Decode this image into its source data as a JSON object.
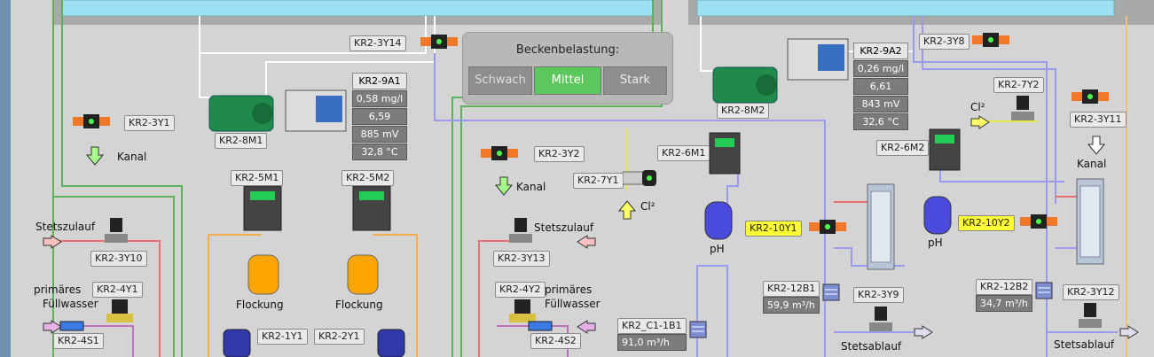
{
  "colors": {
    "water": "#9be0f4",
    "pipe_green": "#5ab25a",
    "pipe_blue": "#9a9aee",
    "pipe_red": "#e87070",
    "pipe_orange": "#f0b050",
    "pipe_yellow": "#e8e84a",
    "pipe_purple": "#c070c0",
    "active_green": "#5cc75c",
    "tag_yellow": "#ffff33"
  },
  "beckenbelastung": {
    "title": "Beckenbelastung:",
    "options": [
      "Schwach",
      "Mittel",
      "Stark"
    ],
    "selected": "Mittel"
  },
  "pv_left": {
    "id": "KR2-9A1",
    "chlor": "0,58 mg/l",
    "ph": "6,59",
    "redox": "885 mV",
    "temp": "32,8 °C"
  },
  "pv_right": {
    "id": "KR2-9A2",
    "chlor": "0,26 mg/l",
    "ph": "6,61",
    "redox": "843 mV",
    "temp": "32,6 °C"
  },
  "flow_12b1": {
    "id": "KR2-12B1",
    "value": "59,9 m³/h"
  },
  "flow_12b2": {
    "id": "KR2-12B2",
    "value": "34,7 m³/h"
  },
  "flow_c1": {
    "id": "KR2_C1-1B1",
    "value": "91,0 m³/h"
  },
  "valves": {
    "v3y14": "KR2-3Y14",
    "v3y8": "KR2-3Y8",
    "v3y1": "KR2-3Y1",
    "v3y2": "KR2-3Y2",
    "v3y11": "KR2-3Y11",
    "v3y10": "KR2-3Y10",
    "v3y13": "KR2-3Y13",
    "v3y9": "KR2-3Y9",
    "v3y12": "KR2-3Y12",
    "v7y1": "KR2-7Y1",
    "v7y2": "KR2-7Y2",
    "v4y1": "KR2-4Y1",
    "v4y2": "KR2-4Y2",
    "v10y1": "KR2-10Y1",
    "v10y2": "KR2-10Y2",
    "v1y1": "KR2-1Y1",
    "v2y1": "KR2-2Y1"
  },
  "pumps": {
    "p8m1": "KR2-8M1",
    "p8m2": "KR2-8M2",
    "p5m1": "KR2-5M1",
    "p5m2": "KR2-5M2",
    "p6m1": "KR2-6M1",
    "p6m2": "KR2-6M2"
  },
  "sensors": {
    "s4s1": "KR2-4S1",
    "s4s2": "KR2-4S2"
  },
  "labels": {
    "kanal": "Kanal",
    "stetszulauf": "Stetszulauf",
    "stetsablauf": "Stetsablauf",
    "primaeres": "primäres",
    "fuellwasser": "Füllwasser",
    "flockung": "Flockung",
    "ph": "pH",
    "cl2": "Cl²"
  },
  "icons": {
    "arrow_down": "arrow-down-icon",
    "arrow_right": "arrow-right-icon",
    "arrow_up": "arrow-up-icon"
  }
}
